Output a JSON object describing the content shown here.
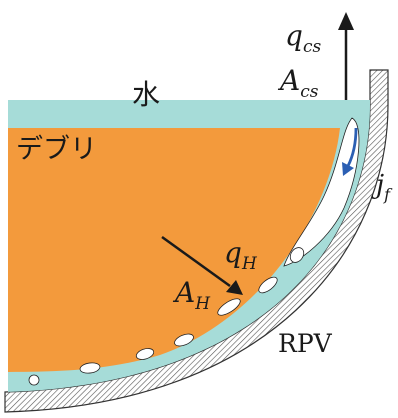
{
  "labels": {
    "water": "水",
    "debris": "デブリ",
    "rpv": "RPV"
  },
  "symbols": {
    "q_cs": {
      "base": "q",
      "sub": "cs"
    },
    "A_cs": {
      "base": "A",
      "sub": "cs"
    },
    "j_f": {
      "base": "j",
      "sub": "f"
    },
    "q_H": {
      "base": "q",
      "sub": "H"
    },
    "A_H": {
      "base": "A",
      "sub": "H"
    }
  },
  "colors": {
    "water": "#a6dcd8",
    "debris": "#f39a3c",
    "wall": "#ffffff",
    "hatch": "#555555",
    "flow_arrow": "#2b5fb3",
    "arrow": "#1a1a1a"
  }
}
